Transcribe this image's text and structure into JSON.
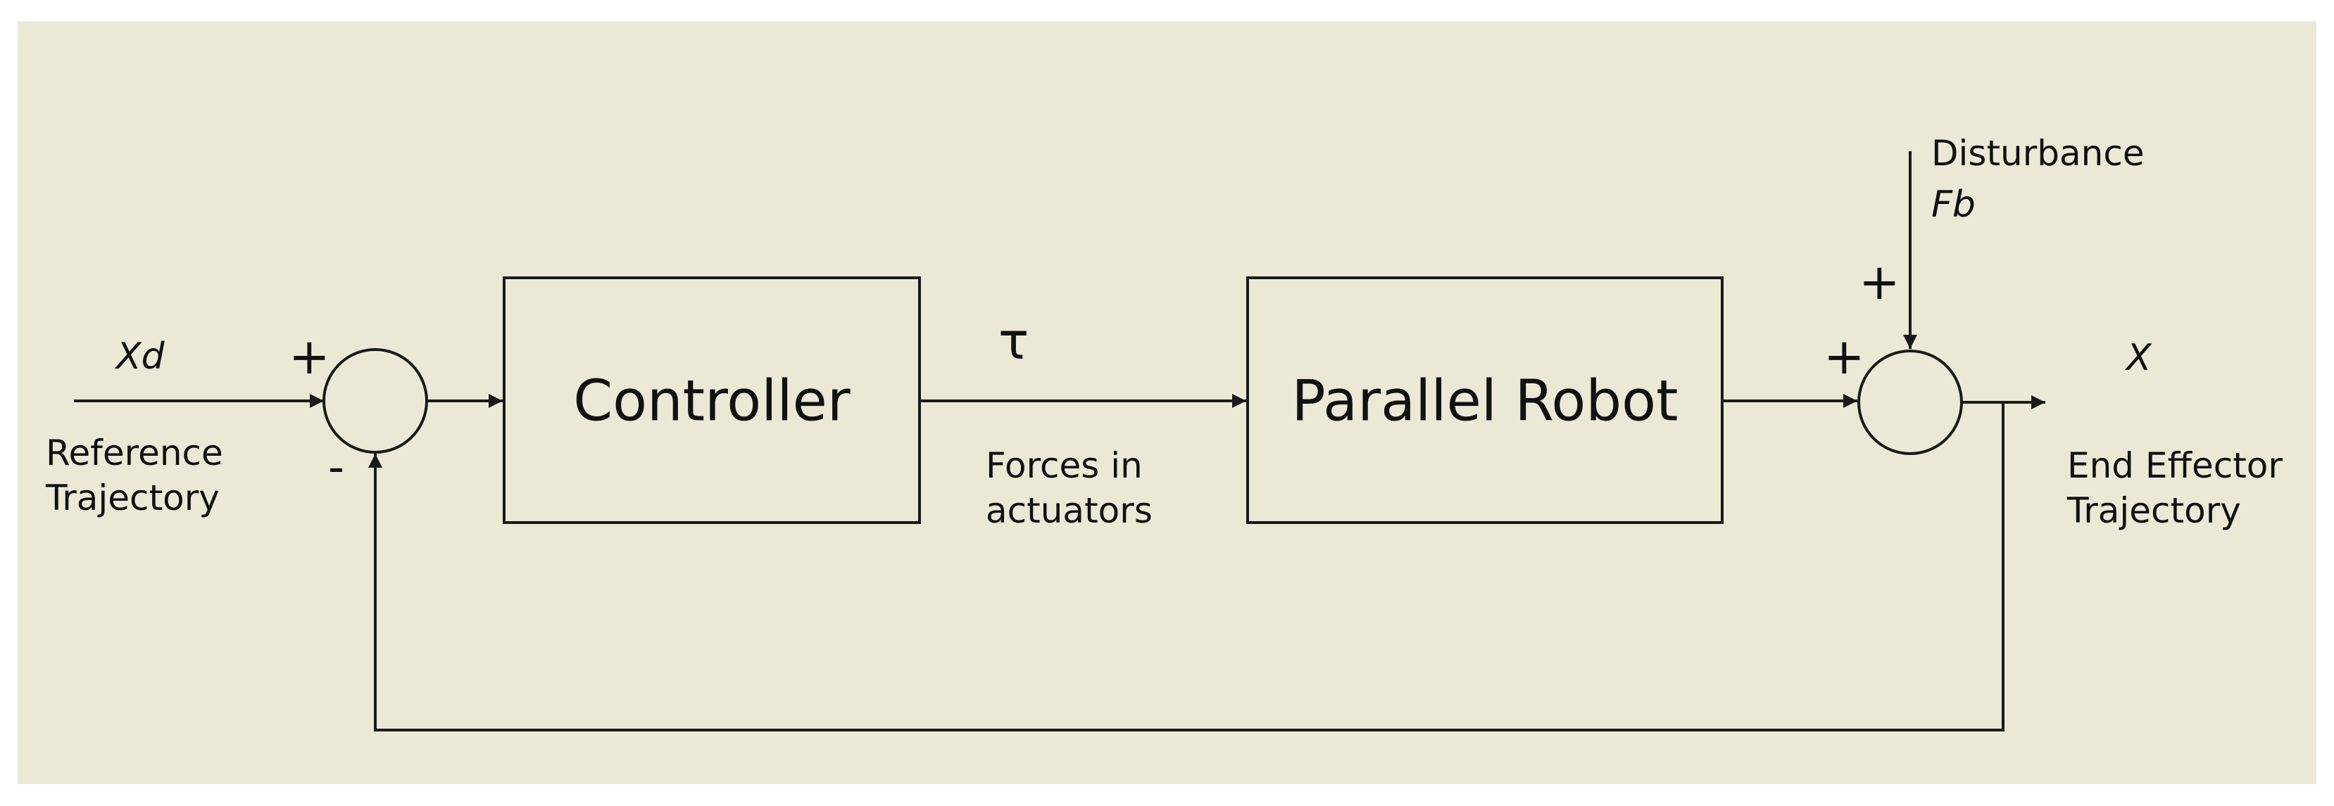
{
  "colors": {
    "background": "#ebe9d6",
    "stroke": "#1a1a1a",
    "text": "#111111"
  },
  "blocks": {
    "controller": "Controller",
    "parallel_robot": "Parallel Robot"
  },
  "labels": {
    "input_symbol": "Xd",
    "input_name_line1": "Reference",
    "input_name_line2": "Trajectory",
    "tau": "τ",
    "forces_line1": "Forces in",
    "forces_line2": "actuators",
    "disturbance": "Disturbance",
    "disturbance_symbol": "Fb",
    "output_symbol": "X",
    "output_name_line1": "End Effector",
    "output_name_line2": "Trajectory"
  },
  "signs": {
    "sum1_input": "+",
    "sum1_feedback": "-",
    "sum2_top": "+",
    "sum2_left": "+"
  }
}
